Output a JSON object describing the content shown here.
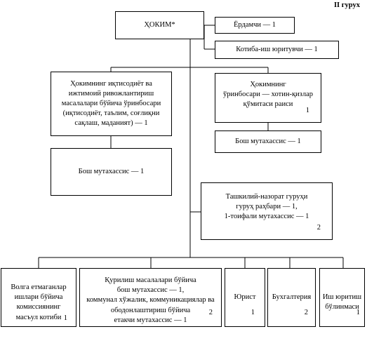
{
  "group_label": "II гурух",
  "nodes": {
    "hokim": {
      "text": "ҲОКИМ*"
    },
    "yordamchi": {
      "text": "Ёрдамчи — 1"
    },
    "kotiba": {
      "text": "Котиба-иш юритувчи — 1"
    },
    "deputy_econ": {
      "text": "Ҳокимнинг иқтисодиёт ва\nижтимоий ривожлантириш\nмасалалари бўйича ўринбосари\n(иқтисодиёт, таълим, соғлиқни\nсақлаш, маданият) — 1"
    },
    "deputy_women": {
      "text": "Ҳокимнинг\nўринбосари — хотин-қизлар\nқўмитаси раиси",
      "number": "1"
    },
    "bosh_mut_1": {
      "text": "Бош мутахассис — 1"
    },
    "bosh_mut_2": {
      "text": "Бош мутахассис — 1"
    },
    "nazorat": {
      "text": "Ташкилий-назорат гуруҳи\nгуруҳ раҳбари — 1,\n1-тоифали мутахассис — 1",
      "number": "2"
    },
    "volga": {
      "text": "Волга етмаганлар\nишлари бўйича\nкомиссиянинг\nмасъул котиби",
      "number": "1"
    },
    "qurilish": {
      "text": "Қурилиш масалалари бўйича\nбош мутахассис — 1,\nкоммунал хўжалик, коммуникациялар ва\nободонлаштириш бўйича\nетакчи мутахассис — 1",
      "number": "2"
    },
    "yurist": {
      "text": "Юрист",
      "number": "1"
    },
    "buxgalteriya": {
      "text": "Бухгалтерия",
      "number": "2"
    },
    "ish_yurit": {
      "text": "Иш юритиш\nбўлинмаси",
      "number": "1"
    }
  }
}
